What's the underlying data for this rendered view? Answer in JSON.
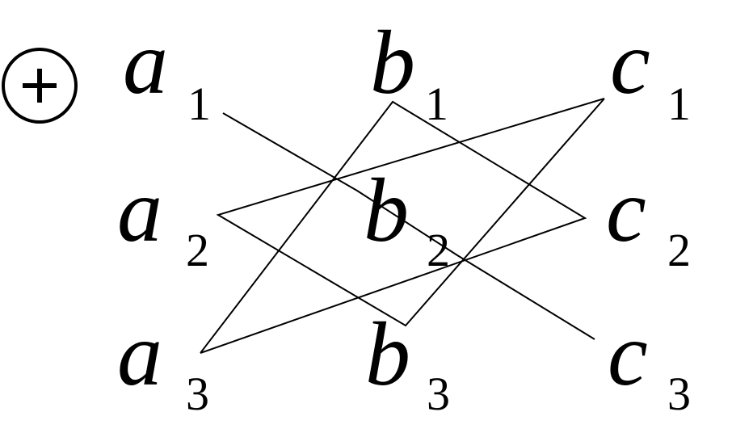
{
  "sign": {
    "symbol": "+",
    "icon": "circled-plus-icon"
  },
  "rows": [
    [
      {
        "id": "a1",
        "letter": "a",
        "sub": "1"
      },
      {
        "id": "b1",
        "letter": "b",
        "sub": "1"
      },
      {
        "id": "c1",
        "letter": "c",
        "sub": "1"
      }
    ],
    [
      {
        "id": "a2",
        "letter": "a",
        "sub": "2"
      },
      {
        "id": "b2",
        "letter": "b",
        "sub": "2"
      },
      {
        "id": "c2",
        "letter": "c",
        "sub": "2"
      }
    ],
    [
      {
        "id": "a3",
        "letter": "a",
        "sub": "3"
      },
      {
        "id": "b3",
        "letter": "b",
        "sub": "3"
      },
      {
        "id": "c3",
        "letter": "c",
        "sub": "3"
      }
    ]
  ],
  "terms": [
    [
      "a1",
      "b2",
      "c3"
    ],
    [
      "a2",
      "b3",
      "c1"
    ],
    [
      "a3",
      "b1",
      "c2"
    ]
  ],
  "colors": {
    "ink": "#000000",
    "background": "#ffffff"
  }
}
